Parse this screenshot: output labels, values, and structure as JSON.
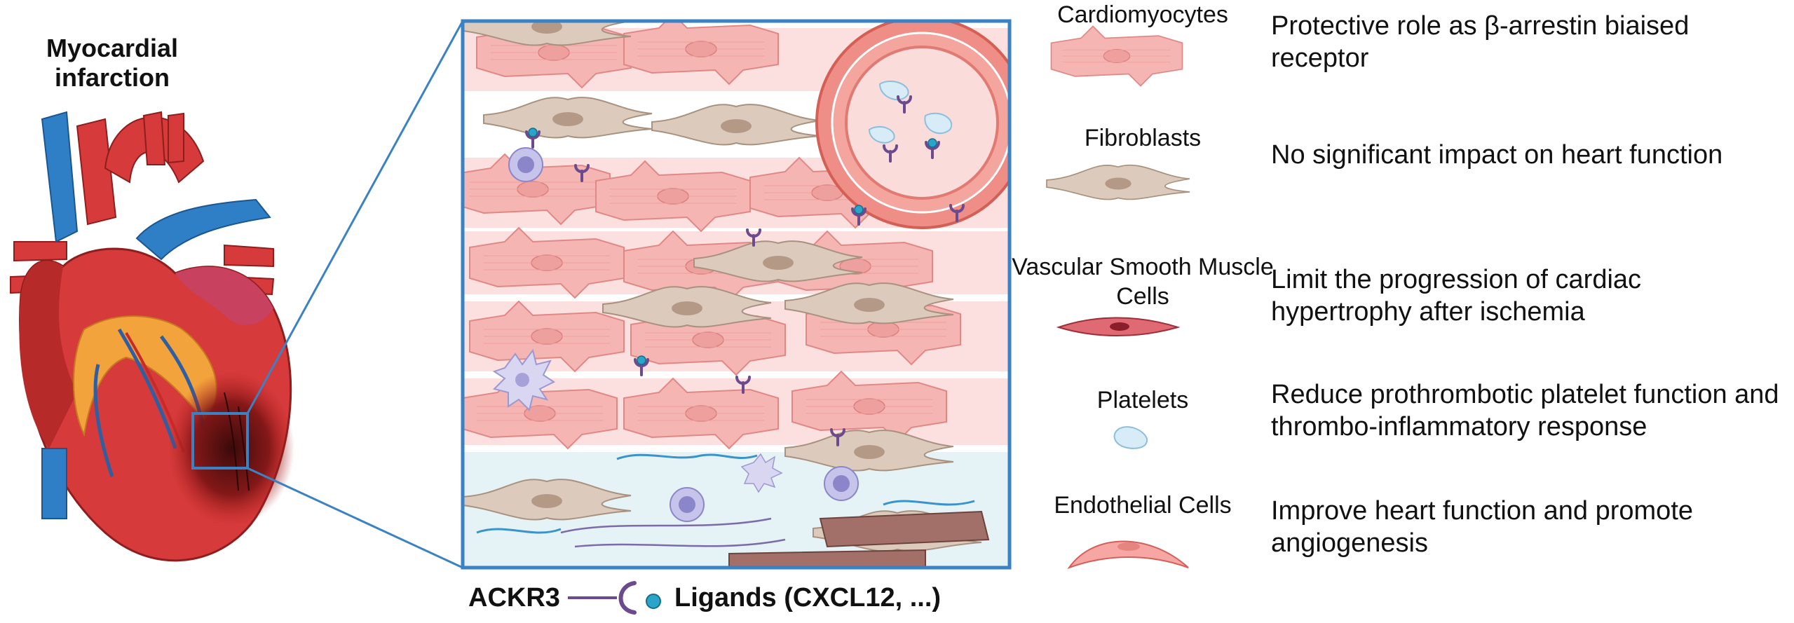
{
  "figure": {
    "heart_label": "Myocardial infarction",
    "legend": {
      "receptor": "ACKR3",
      "ligands": "Ligands (CXCL12, ...)"
    }
  },
  "cell_types": [
    {
      "name": "Cardiomyocytes",
      "effect": "Protective role as β-arrestin biaised receptor",
      "icon": "cardiomyocyte-icon"
    },
    {
      "name": "Fibroblasts",
      "effect": "No significant impact on heart function",
      "icon": "fibroblast-icon"
    },
    {
      "name": "Vascular Smooth Muscle Cells",
      "effect": "Limit the progression of cardiac hypertrophy after ischemia",
      "icon": "smooth-muscle-cell-icon"
    },
    {
      "name": "Platelets",
      "effect": "Reduce prothrombotic platelet function and thrombo-inflammatory response",
      "icon": "platelet-icon"
    },
    {
      "name": "Endothelial Cells",
      "effect": "Improve heart function and promote angiogenesis",
      "icon": "endothelial-cell-icon"
    }
  ],
  "colors": {
    "frame": "#3b82c4",
    "heart_red": "#d63a3a",
    "vessel_blue": "#2f7fc6",
    "cardiomyocyte": "#f4b5b3",
    "fibroblast": "#d9c3b2",
    "receptor": "#6b4a8e",
    "ligand": "#2aa4c9"
  }
}
